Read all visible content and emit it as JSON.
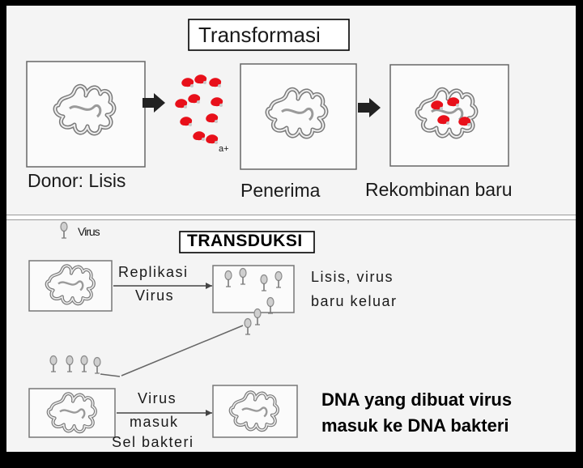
{
  "transformation": {
    "title": "Transformasi",
    "donor_label": "Donor: Lisis",
    "fragment_marker": "a+",
    "recipient_label": "Penerima",
    "recombinant_label": "Rekombinan baru"
  },
  "transduction": {
    "title": "TRANSDUKSI",
    "virus_legend": "Virus",
    "replication_label_line1": "Replikasi",
    "replication_label_line2": "Virus",
    "lysis_label_line1": "Lisis, virus",
    "lysis_label_line2": "baru keluar",
    "entry_label_line1": "Virus",
    "entry_label_line2": "masuk",
    "entry_label_line3": "Sel bakteri",
    "result_line1": "DNA yang dibuat virus",
    "result_line2": "masuk ke DNA bakteri"
  },
  "colors": {
    "dna_fragment": "#e8101a",
    "panel_bg": "#f4f4f4",
    "frame": "#000000"
  }
}
